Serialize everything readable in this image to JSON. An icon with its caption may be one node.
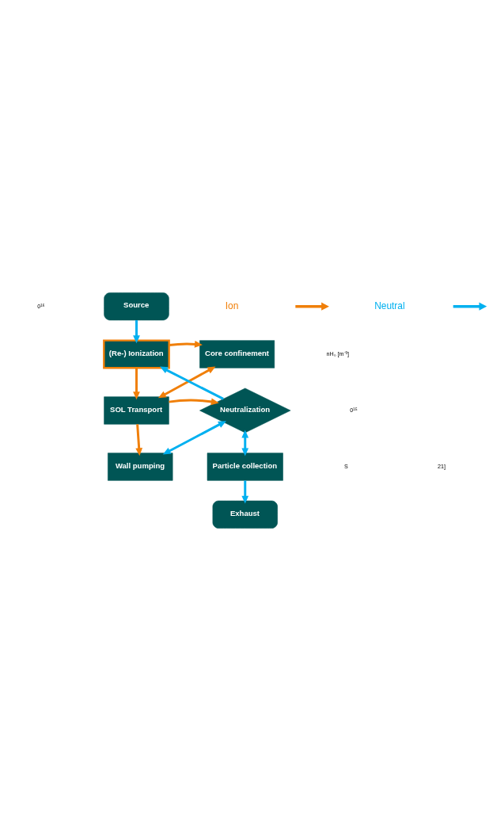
{
  "diagram": {
    "nodes": [
      {
        "text": [
          "Source"
        ]
      },
      {
        "text": [
          "(Re-) Ionization"
        ]
      },
      {
        "text": [
          "Core confinement"
        ]
      },
      {
        "text": [
          "Neutralization"
        ]
      },
      {
        "text": [
          "SOL Transport"
        ]
      },
      {
        "text": [
          "Particle collection"
        ]
      },
      {
        "text": [
          "Wall pumping"
        ]
      },
      {
        "text": [
          "Exhaust"
        ]
      }
    ],
    "edges": [
      {
        "from": 0,
        "to": 1,
        "arrow": "to",
        "color": "#00b0f0"
      },
      {
        "from": 1,
        "to": 2,
        "arrow": "to",
        "color": "#f07f09"
      },
      {
        "from": 1,
        "to": 4,
        "arrow": "to",
        "color": "#f07f09"
      },
      {
        "from": 2,
        "to": 4,
        "arrow": "both",
        "color": "#f07f09"
      },
      {
        "from": 4,
        "to": 3,
        "arrow": "to",
        "color": "#f07f09"
      },
      {
        "from": 3,
        "to": 1,
        "arrow": "to",
        "color": "#00b0f0"
      },
      {
        "from": 3,
        "to": 5,
        "arrow": "both",
        "color": "#00b0f0"
      },
      {
        "from": 3,
        "to": 6,
        "arrow": "both",
        "color": "#00b0f0"
      },
      {
        "from": 4,
        "to": 6,
        "arrow": "to",
        "color": "#f07f09"
      },
      {
        "from": 5,
        "to": 7,
        "arrow": "to",
        "color": "#00b0f0"
      }
    ],
    "labels": [
      "0¹⁶",
      "nH₀ [m⁻³]",
      "0¹⁵",
      "21]",
      "S"
    ],
    "legend": [
      {
        "text": "Ion",
        "color": "#f07f09"
      },
      {
        "text": "Neutral",
        "color": "#00b0f0"
      }
    ]
  }
}
